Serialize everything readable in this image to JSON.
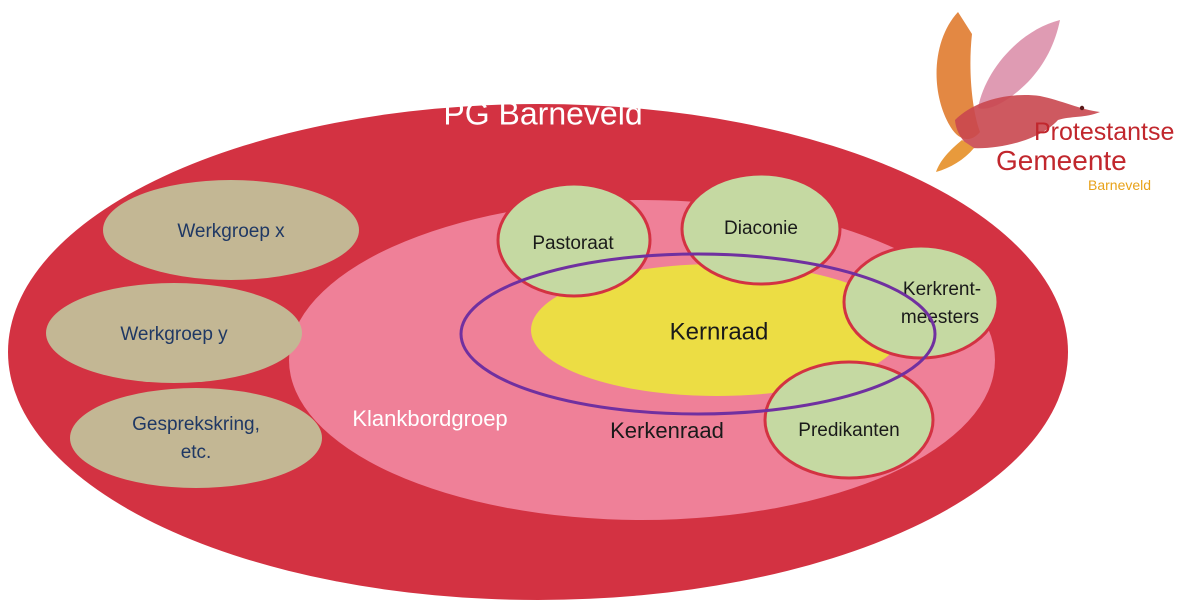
{
  "diagram": {
    "outer_label": "PG Barneveld",
    "klankbord_label": "Klankbordgroep",
    "kerkenraad_label": "Kerkenraad",
    "kernraad_label": "Kernraad",
    "werkgroepen": [
      {
        "line1": "Werkgroep x",
        "line2": ""
      },
      {
        "line1": "Werkgroep y",
        "line2": ""
      },
      {
        "line1": "Gesprekskring,",
        "line2": "etc."
      }
    ],
    "colleges": {
      "pastoraat": "Pastoraat",
      "diaconie": "Diaconie",
      "kerkrentmeesters_line1": "Kerkrent-",
      "kerkrentmeesters_line2": "meesters",
      "predikanten": "Predikanten"
    },
    "colors": {
      "outer": "#d33242",
      "klankbord": "#ef8098",
      "kernraad": "#ecdd44",
      "college_fill": "#c5d9a2",
      "werkgroep_fill": "#c3b794",
      "kerkenraad_ring": "#7030a0"
    }
  },
  "logo": {
    "line1": "Protestantse",
    "line2": "Gemeente",
    "line3": "Barneveld"
  }
}
